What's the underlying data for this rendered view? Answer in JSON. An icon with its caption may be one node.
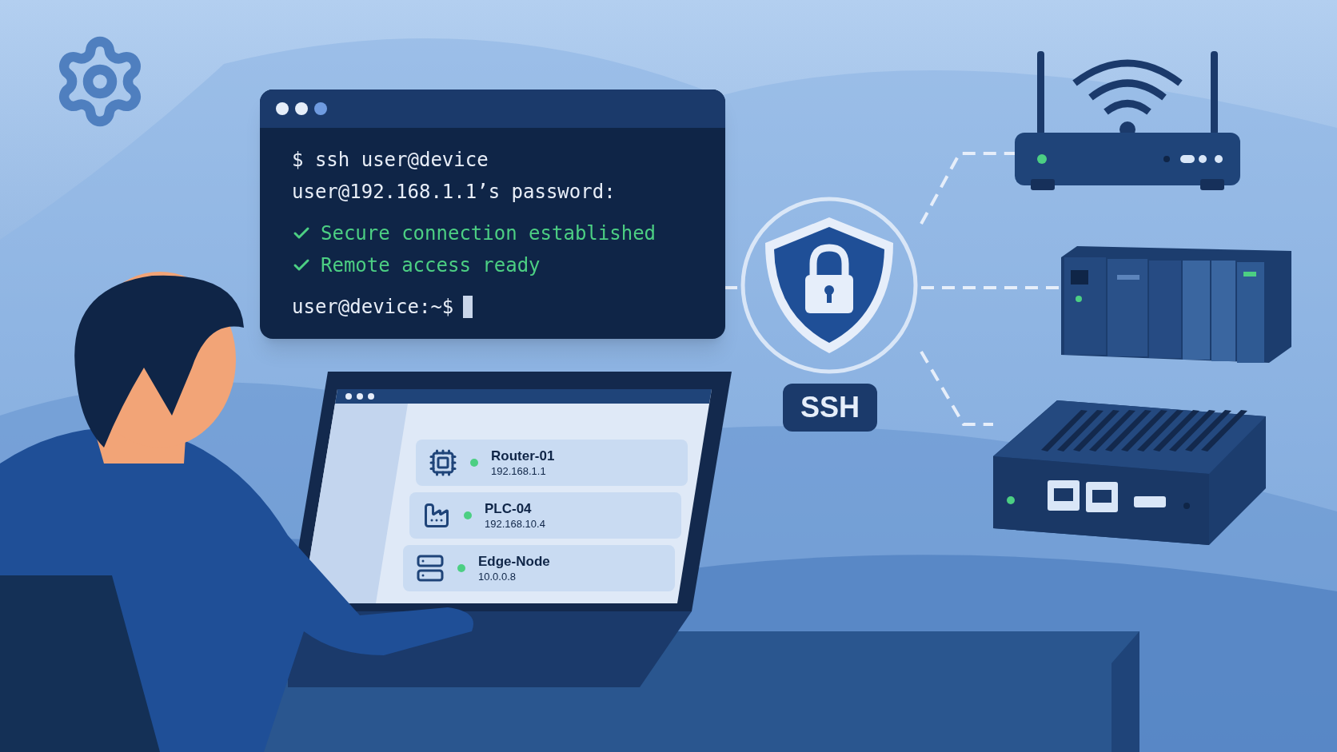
{
  "diagram": {
    "nodes": [
      {
        "text": [
          "$ ssh user@device",
          "user@192.168.1.1’s password:",
          "Secure connection established",
          "Remote access ready",
          "user@device:~$"
        ]
      },
      {
        "text": [
          "SSH"
        ]
      },
      {
        "text": [],
        "shape": "picture"
      },
      {
        "text": [],
        "shape": "picture"
      },
      {
        "text": [],
        "shape": "picture"
      },
      {
        "text": [
          "Router-01",
          "192.168.1.1"
        ]
      },
      {
        "text": [
          "PLC-04",
          "192.168.10.4"
        ]
      },
      {
        "text": [
          "Edge-Node",
          "10.0.0.8"
        ]
      }
    ],
    "edges": [
      {
        "from": 0,
        "to": 1,
        "arrow": "none"
      },
      {
        "from": 1,
        "to": 2,
        "arrow": "none",
        "style": "dashed"
      },
      {
        "from": 1,
        "to": 3,
        "arrow": "none",
        "style": "dashed"
      },
      {
        "from": 1,
        "to": 4,
        "arrow": "none",
        "style": "dashed"
      }
    ]
  }
}
